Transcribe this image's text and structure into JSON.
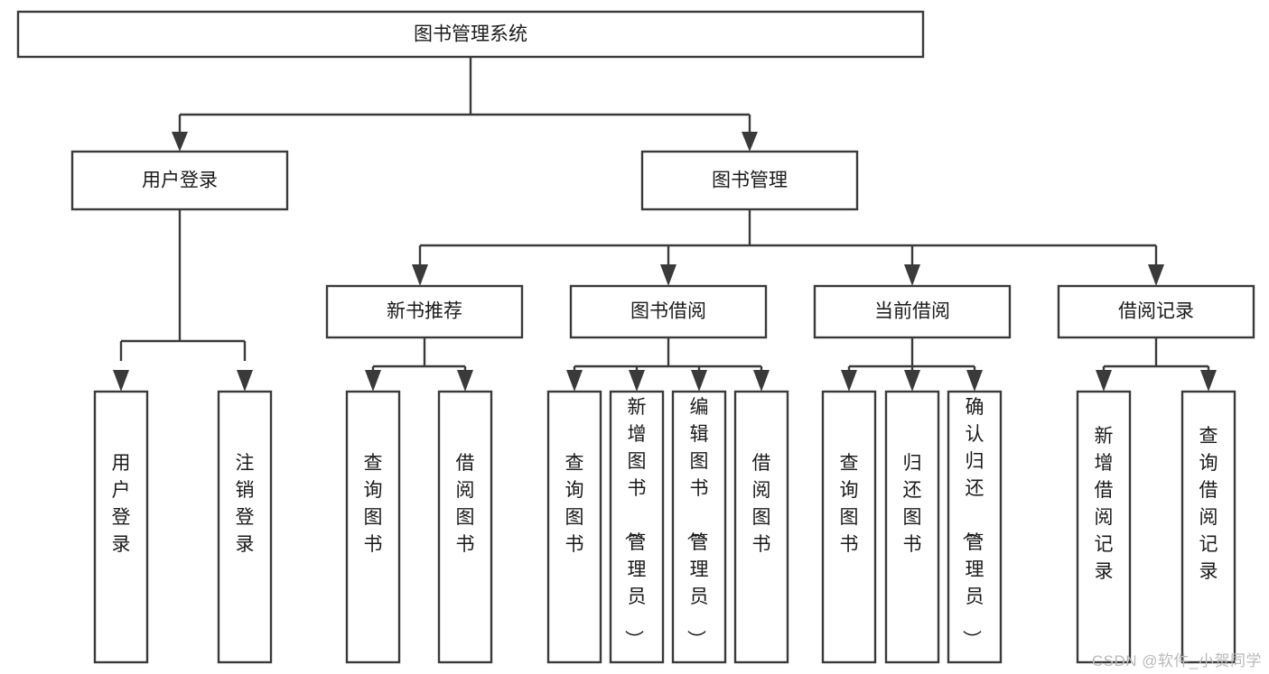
{
  "diagram": {
    "type": "tree-hierarchy",
    "title": "图书管理系统",
    "orientation": "top-down",
    "colors": {
      "box_stroke": "#3a3a3a",
      "box_fill": "#ffffff",
      "connector": "#3a3a3a",
      "text": "#1a1a1a",
      "background": "#ffffff",
      "watermark": "#b9b9b9"
    },
    "root": {
      "label": "图书管理系统"
    },
    "level2": [
      {
        "label": "用户登录"
      },
      {
        "label": "图书管理"
      }
    ],
    "level3": [
      {
        "label": "新书推荐"
      },
      {
        "label": "图书借阅"
      },
      {
        "label": "当前借阅"
      },
      {
        "label": "借阅记录"
      }
    ],
    "leaves": {
      "user_login": [
        {
          "label": "用户登录"
        },
        {
          "label": "注销登录"
        }
      ],
      "new_book_recommend": [
        {
          "label": "查询图书"
        },
        {
          "label": "借阅图书"
        }
      ],
      "book_borrow": [
        {
          "label": "查询图书"
        },
        {
          "label": "新增图书（管理员）"
        },
        {
          "label": "编辑图书（管理员）"
        },
        {
          "label": "借阅图书"
        }
      ],
      "current_borrow": [
        {
          "label": "查询图书"
        },
        {
          "label": "归还图书"
        },
        {
          "label": "确认归还（管理员）"
        }
      ],
      "borrow_record": [
        {
          "label": "新增借阅记录"
        },
        {
          "label": "查询借阅记录"
        }
      ]
    }
  },
  "watermark": {
    "text": "CSDN @软件_小贺同学"
  }
}
